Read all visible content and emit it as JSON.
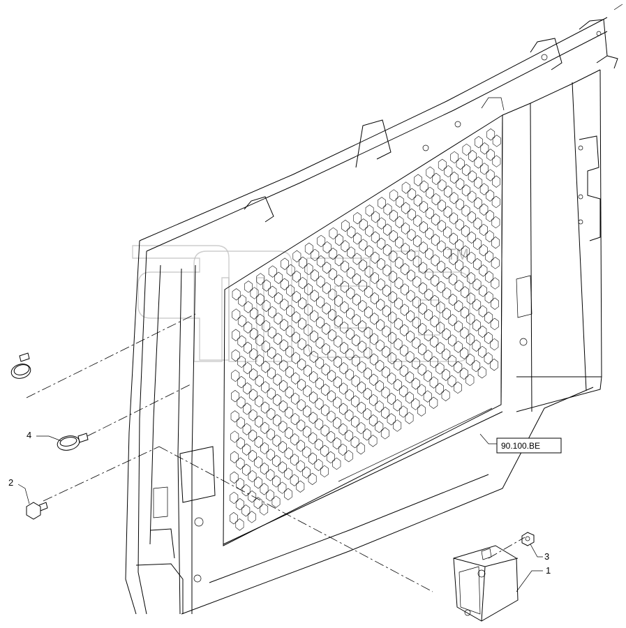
{
  "callouts": [
    {
      "id": "1",
      "label": "1"
    },
    {
      "id": "2",
      "label": "2"
    },
    {
      "id": "3",
      "label": "3"
    },
    {
      "id": "4",
      "label": "4"
    }
  ],
  "reference": {
    "label": "90.100.BE"
  },
  "watermark": {
    "text": "amcb",
    "mark": "TM"
  }
}
